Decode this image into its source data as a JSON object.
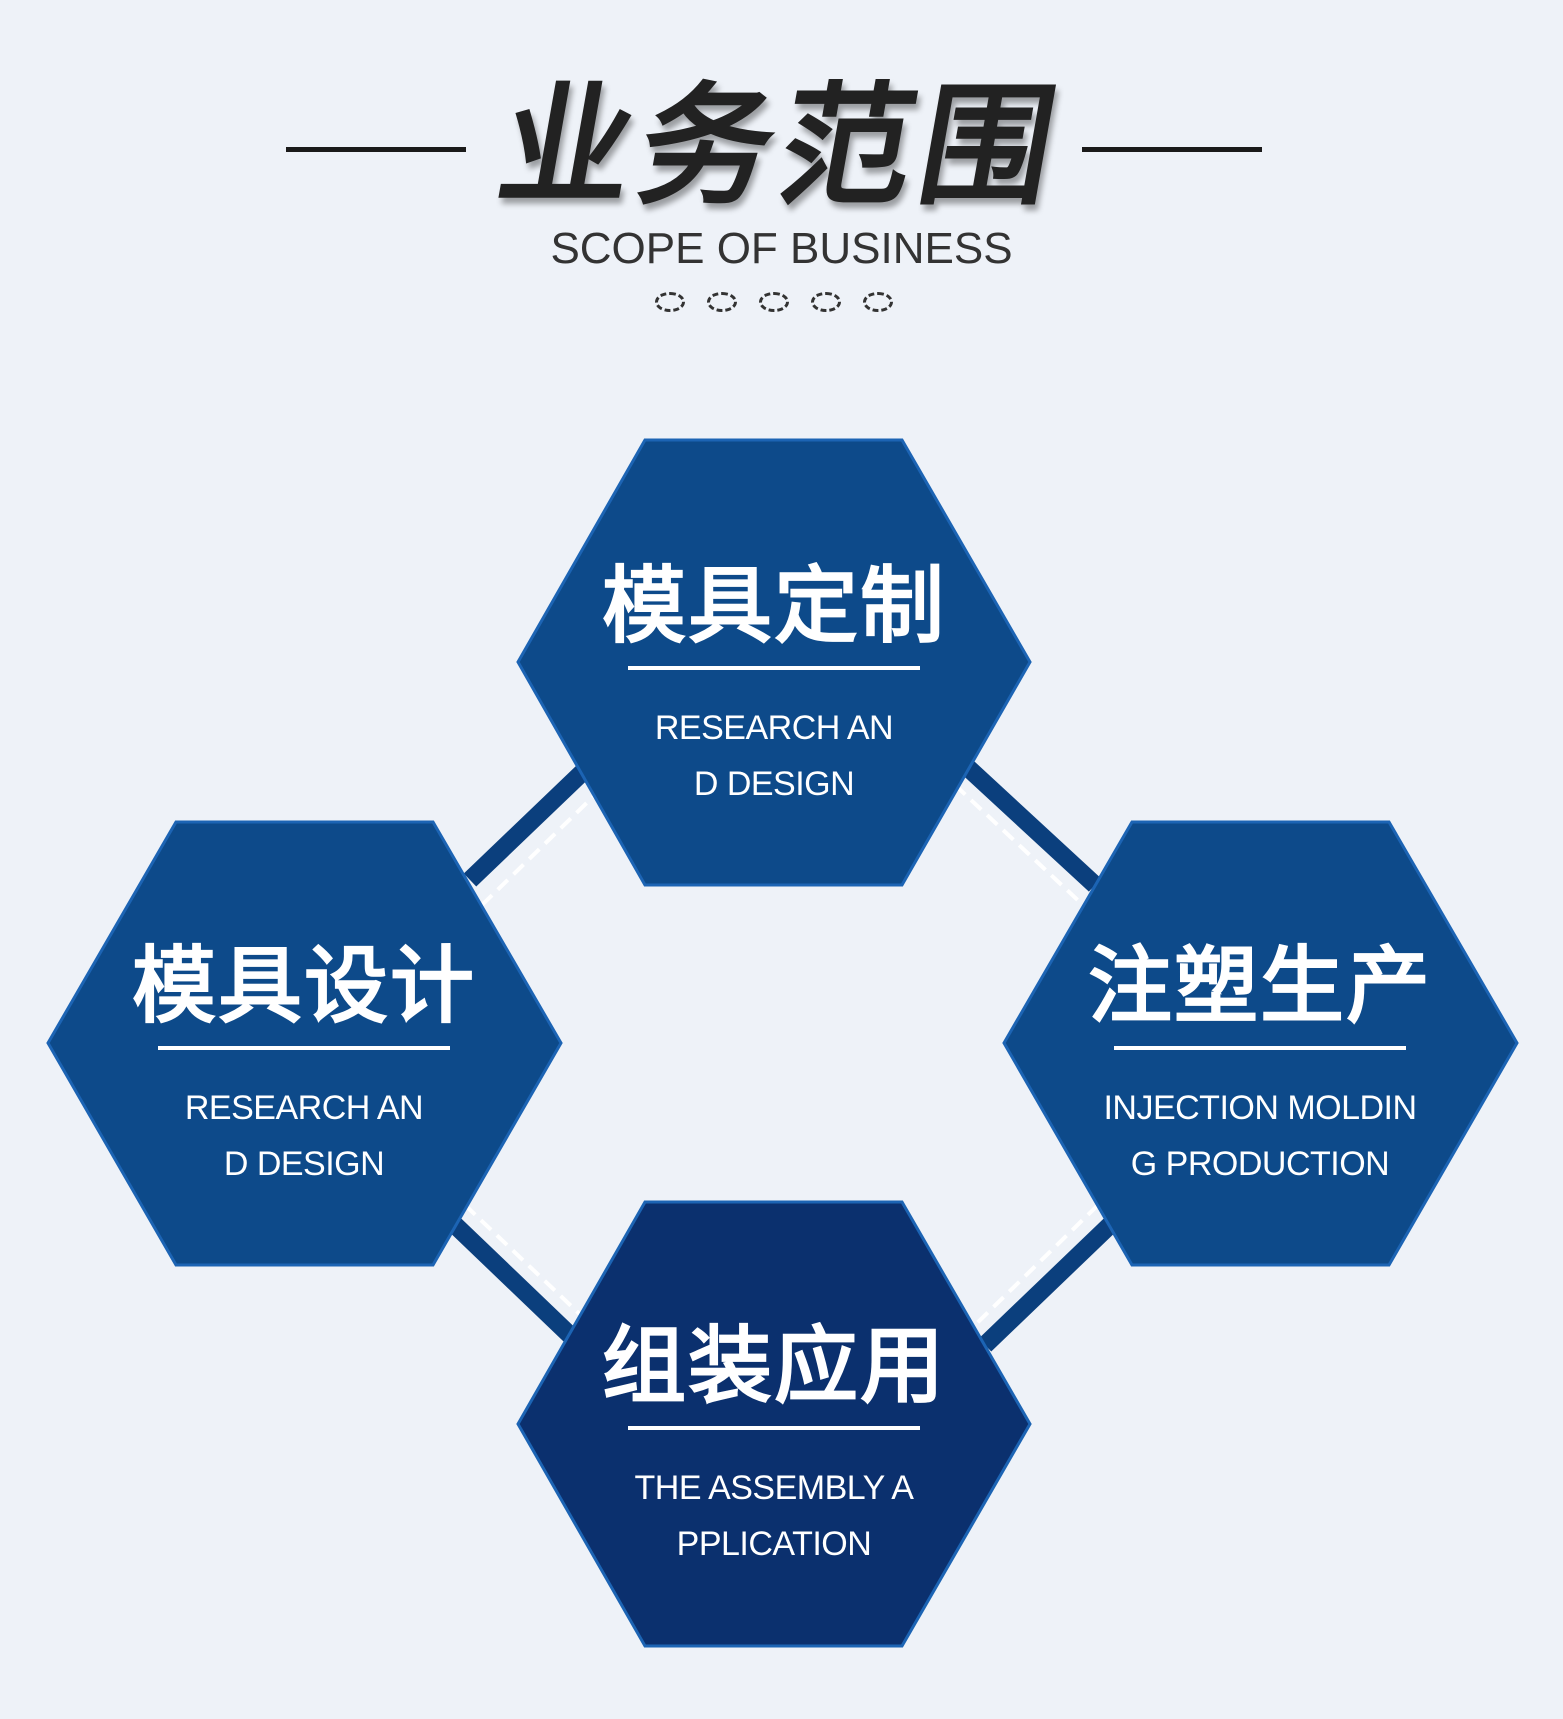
{
  "header": {
    "title": "业务范围",
    "subtitle": "SCOPE OF BUSINESS"
  },
  "colors": {
    "background": "#eef2f8",
    "hex_blue": "#0d4a8a",
    "hex_dark_blue": "#0b306e",
    "connector": "#0b3f7d"
  },
  "cards": {
    "top": {
      "title": "模具定制",
      "en_line1": "RESEARCH AN",
      "en_line2": "D DESIGN"
    },
    "left": {
      "title": "模具设计",
      "en_line1": "RESEARCH AN",
      "en_line2": "D DESIGN"
    },
    "right": {
      "title": "注塑生产",
      "en_line1": "INJECTION MOLDIN",
      "en_line2": "G PRODUCTION"
    },
    "bottom": {
      "title": "组装应用",
      "en_line1": "THE ASSEMBLY A",
      "en_line2": "PPLICATION"
    }
  }
}
